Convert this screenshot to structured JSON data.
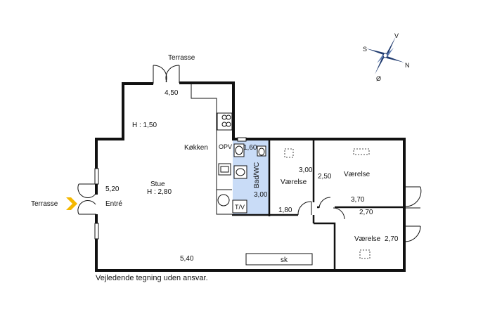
{
  "labels": {
    "terrasse_top": "Terrasse",
    "terrasse_left": "Terrasse",
    "width_450": "4,50",
    "height_150": "H : 1,50",
    "kokken": "Køkken",
    "opv": "OPV",
    "width_160": "1,60",
    "bad_wc": "Bad/WC",
    "stue": "Stue",
    "stue_height": "H : 2,80",
    "width_520": "5,20",
    "entre": "Entré",
    "width_300_bath": "3,00",
    "tv": "T/V",
    "width_180": "1,80",
    "width_300_room": "3,00",
    "vaerelse_1": "Værelse",
    "width_250": "2,50",
    "vaerelse_2": "Værelse",
    "width_370": "3,70",
    "width_270_h": "2,70",
    "vaerelse_3": "Værelse",
    "width_270_v": "2,70",
    "width_540": "5,40",
    "sk": "sk"
  },
  "compass": {
    "v": "V",
    "s": "S",
    "n": "N",
    "o": "Ø"
  },
  "footer_note": "Vejledende tegning uden ansvar.",
  "colors": {
    "wall": "#111111",
    "bath_floor": "#c9dcf7",
    "entry_arrow": "#f5b800",
    "compass_blue": "#1f3a6e"
  }
}
